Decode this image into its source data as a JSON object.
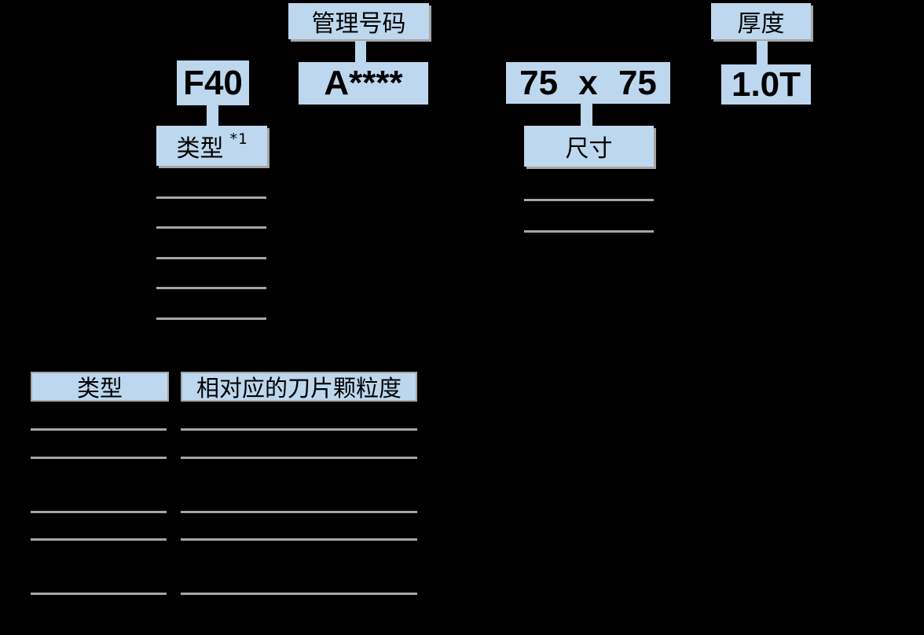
{
  "colors": {
    "background": "#000000",
    "box_fill": "#bdd7ee",
    "box_text": "#000000",
    "line_gray": "#a6a6a6"
  },
  "part_code": {
    "type": "F40",
    "control_number": "A****",
    "size": "75 x 75",
    "thickness": "1.0T"
  },
  "callouts": {
    "control_number": "管理号码",
    "thickness": "厚度",
    "type": "类型",
    "type_note": "*1",
    "size": "尺寸"
  },
  "type_list": {
    "blank_rows": 5
  },
  "size_list": {
    "blank_rows": 2
  },
  "table": {
    "headers": [
      "类型",
      "相对应的刀片颗粒度"
    ],
    "blank_body_lines_per_column": 5
  }
}
